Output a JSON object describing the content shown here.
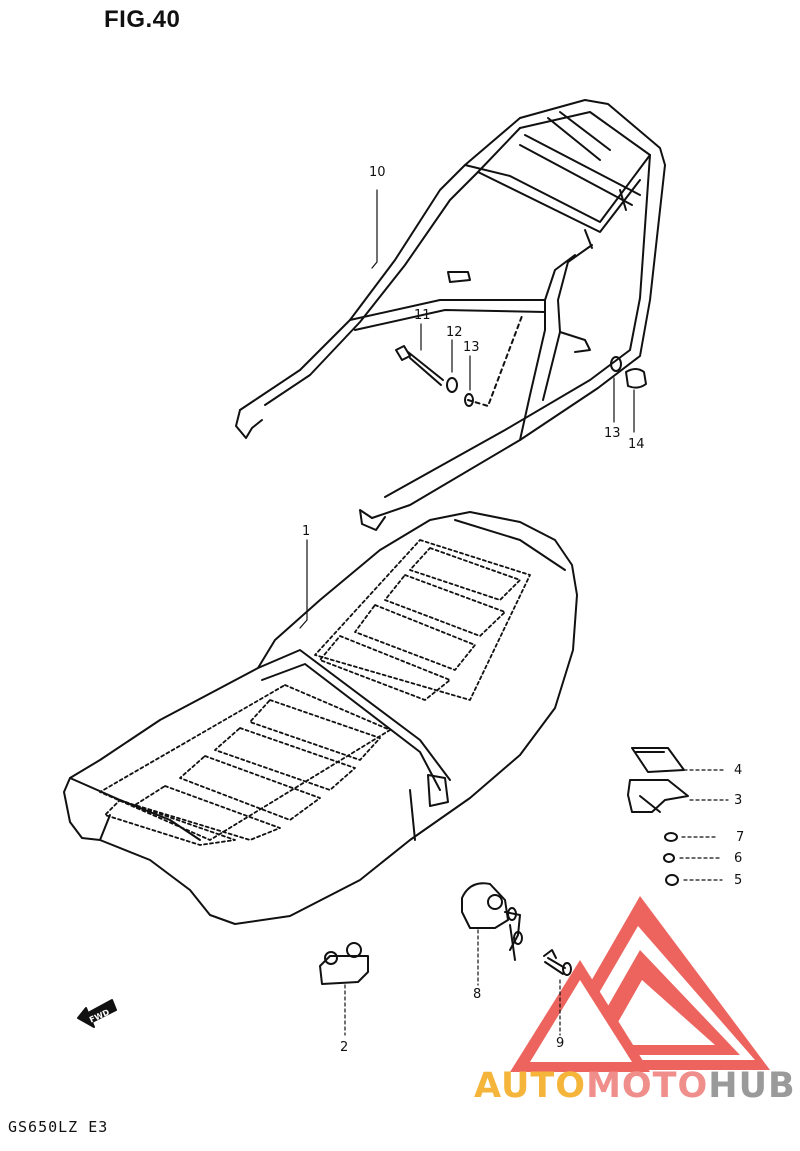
{
  "figure_title": "FIG.40",
  "model_code": "GS650LZ E3",
  "callouts": [
    {
      "id": "1",
      "label": "1"
    },
    {
      "id": "2",
      "label": "2"
    },
    {
      "id": "3",
      "label": "3"
    },
    {
      "id": "4",
      "label": "4"
    },
    {
      "id": "5",
      "label": "5"
    },
    {
      "id": "6",
      "label": "6"
    },
    {
      "id": "7",
      "label": "7"
    },
    {
      "id": "8",
      "label": "8"
    },
    {
      "id": "9",
      "label": "9"
    },
    {
      "id": "10",
      "label": "10"
    },
    {
      "id": "11",
      "label": "11"
    },
    {
      "id": "12",
      "label": "12"
    },
    {
      "id": "13a",
      "label": "13"
    },
    {
      "id": "13b",
      "label": "13"
    },
    {
      "id": "14",
      "label": "14"
    }
  ],
  "fwd_label": "FWD",
  "watermark": {
    "part1": "AUTO",
    "part2": "MOTO",
    "part3": "HUB"
  },
  "colors": {
    "line": "#111111",
    "accent_red": "#e8403b",
    "accent_orange": "#f5b43a",
    "accent_gray": "#9a9a9a"
  }
}
